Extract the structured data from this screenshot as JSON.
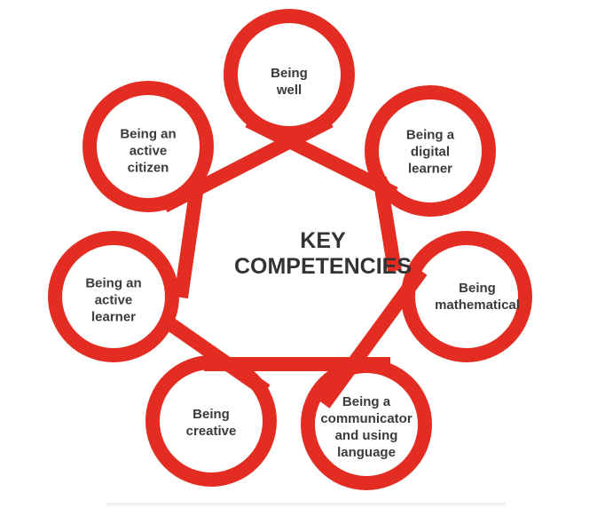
{
  "title": "KEY\nCOMPETENCIES",
  "competencies": [
    {
      "label": "Being\nwell"
    },
    {
      "label": "Being a\ndigital\nlearner"
    },
    {
      "label": "Being\nmathematical"
    },
    {
      "label": "Being a\ncommunicator\nand using\nlanguage"
    },
    {
      "label": "Being\ncreative"
    },
    {
      "label": "Being an\nactive\nlearner"
    },
    {
      "label": "Being an\nactive\ncitizen"
    }
  ],
  "colors": {
    "ribbon": "#e32d22",
    "text": "#3b3b3b"
  }
}
